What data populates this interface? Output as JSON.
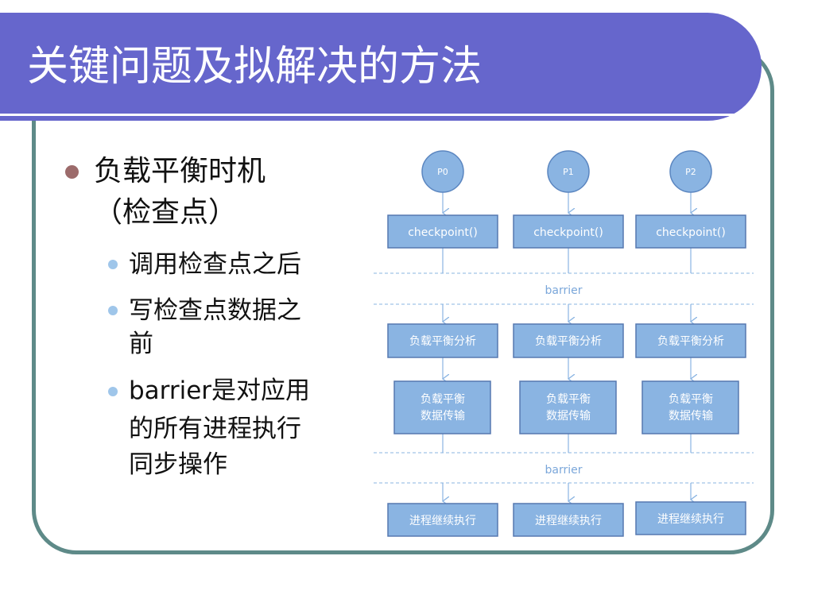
{
  "slide": {
    "title": "关键问题及拟解决的方法"
  },
  "bullets": {
    "main": {
      "line1": "负载平衡时机",
      "line2": "（检查点）"
    },
    "sub1": "调用检查点之后",
    "sub2": {
      "line1": "写检查点数据之",
      "line2": "前"
    },
    "sub3": {
      "line1": "barrier是对应用",
      "line2": "的所有进程执行",
      "line3": "同步操作"
    }
  },
  "diagram": {
    "processes": [
      "P0",
      "P1",
      "P2"
    ],
    "checkpoint_label": "checkpoint()",
    "barrier_label": "barrier",
    "analysis_label": "负载平衡分析",
    "transfer_label": {
      "line1": "负载平衡",
      "line2": "数据传输"
    },
    "continue_label": "进程继续执行",
    "colors": {
      "node_fill": "#8ab4e2",
      "node_stroke": "#5b86c0",
      "box_fill": "#8ab4e2",
      "box_stroke": "#5678b0",
      "connector": "#8ab4e2",
      "barrier_text": "#7ba7da",
      "text_on_box": "#ffffff"
    }
  }
}
